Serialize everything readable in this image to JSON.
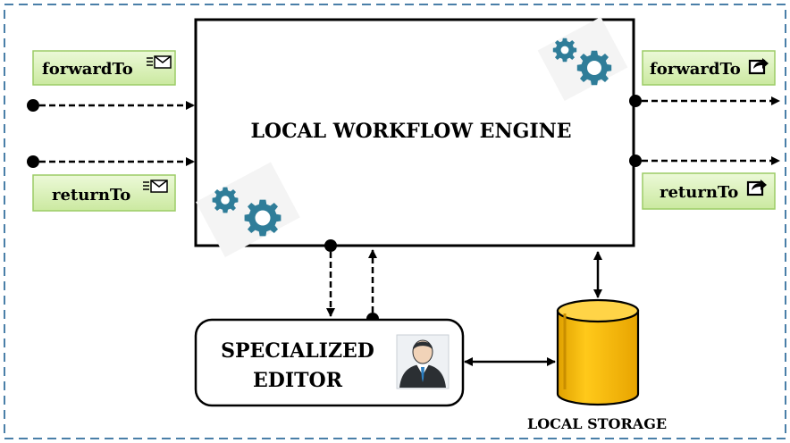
{
  "engine": {
    "title": "LOCAL WORKFLOW ENGINE"
  },
  "inputs": {
    "forward": {
      "label": "forwardTo",
      "icon": "mail-in-icon"
    },
    "return": {
      "label": "returnTo",
      "icon": "mail-in-icon"
    }
  },
  "outputs": {
    "forward": {
      "label": "forwardTo",
      "icon": "share-out-icon"
    },
    "return": {
      "label": "returnTo",
      "icon": "share-out-icon"
    }
  },
  "editor": {
    "line1": "SPECIALIZED",
    "line2": "EDITOR",
    "icon": "user-avatar-icon"
  },
  "storage": {
    "label": "LOCAL STORAGE",
    "icon": "database-icon"
  },
  "colors": {
    "border_dashed": "#4a7fa8",
    "label_fill": "#d8f0b5",
    "label_stroke": "#9ccc66",
    "gear": "#2f7d99",
    "cylinder": "#f5b800",
    "cylinder_dark": "#c98e00"
  }
}
